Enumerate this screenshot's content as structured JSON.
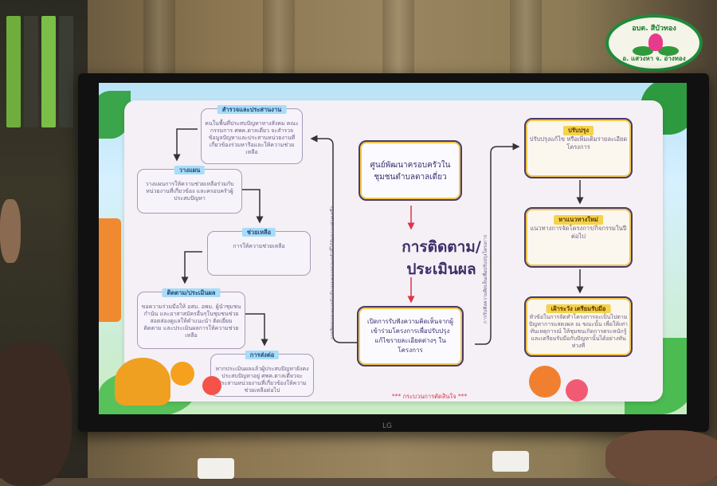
{
  "logo": {
    "top_text": "อบต. สีบัวทอง",
    "bottom_text": "อ. แสวงหา จ. อ่างทอง"
  },
  "monitor": {
    "brand": "LG"
  },
  "diagram": {
    "left_boxes": [
      {
        "tag": "สำรวจและประสานงาน",
        "text": "คนในพื้นที่ประสบปัญหาทางสังคม คณะกรรมการ ศพค.ตาลเดี่ยว จะสำรวจข้อมูลปัญหาและประสานหน่วยงานที่เกี่ยวข้องร่วมหารือและให้ความช่วยเหลือ"
      },
      {
        "tag": "วางแผน",
        "text": "วางแผนการให้ความช่วยเหลือร่วมกับหน่วยงานที่เกี่ยวข้อง และครอบครัวผู้ประสบปัญหา"
      },
      {
        "tag": "ช่วยเหลือ",
        "text": "การให้ความช่วยเหลือ"
      },
      {
        "tag": "ติดตาม/ประเมินผล",
        "text": "ขอความร่วมมือให้ อสม. อพม. ผู้นำชุมชน กำนัน และอาสาสมัครอื่นๆในชุมชนช่วยสอดส่องดูแลให้คำแนะนำ ติดเยี่ยม ติดตาม และประเมินผลการให้ความช่วยเหลือ"
      },
      {
        "tag": "การส่งต่อ",
        "text": "หากประเมินผลแล้วผู้ประสบปัญหายังคงประสบปัญหาอยู่ ศพค.ตาลเดี่ยวจะประสานหน่วยงานที่เกี่ยวข้องให้ความช่วยเหลือต่อไป"
      }
    ],
    "center_top": "ศูนย์พัฒนาครอบครัวในชุมชนตำบลตาลเดี่ยว",
    "center_title": "การติดตาม/ประเมินผล",
    "center_title_line1": "การติดตาม/",
    "center_title_line2": "ประเมินผล",
    "center_bottom": "เปิดการรับฟังความคิดเห็นจากผู้เข้าร่วมโครงการเพื่อปรับปรุงแก้ไขรายละเอียดต่างๆ ในโครงการ",
    "left_vertical": "การติดตามผลการดำเนินงานของครอบครัวที่ได้รับความช่วยเหลือ",
    "right_vertical": "การรับฟังความคิดเห็นเพื่อปรับปรุงโครงการ",
    "right_boxes": [
      {
        "tag": "ปรับปรุง",
        "text": "ปรับปรุงแก้ไข หรือเพิ่มเติมรายละเอียดโครงการ"
      },
      {
        "tag": "หาแนวทางใหม่",
        "text": "แนวทางการจัดโครงการ/กิจกรรมในปีต่อไป"
      },
      {
        "tag": "เฝ้าระวัง เตรียมรับมือ",
        "text": "หัวข้อในการจัดทำโครงการจะเป็นไปตามปัญหาการแสดงผล ณ ขณะนั้น เพื่อให้เท่าทันเหตุการณ์ ให้ชุมชนเกิดการตระหนักรู้และเตรียมรับมือกับปัญหานั้นได้อย่างทันท่วงที"
      }
    ],
    "note": "*** กระบวนการตัดสินใจ ***"
  },
  "colors": {
    "accent_purple": "#3e2f6a",
    "arrow_red": "#e0344a",
    "tag_blue": "#a8dcf8",
    "tag_yellow": "#f4d24a",
    "logo_green": "#1f8a3a"
  }
}
